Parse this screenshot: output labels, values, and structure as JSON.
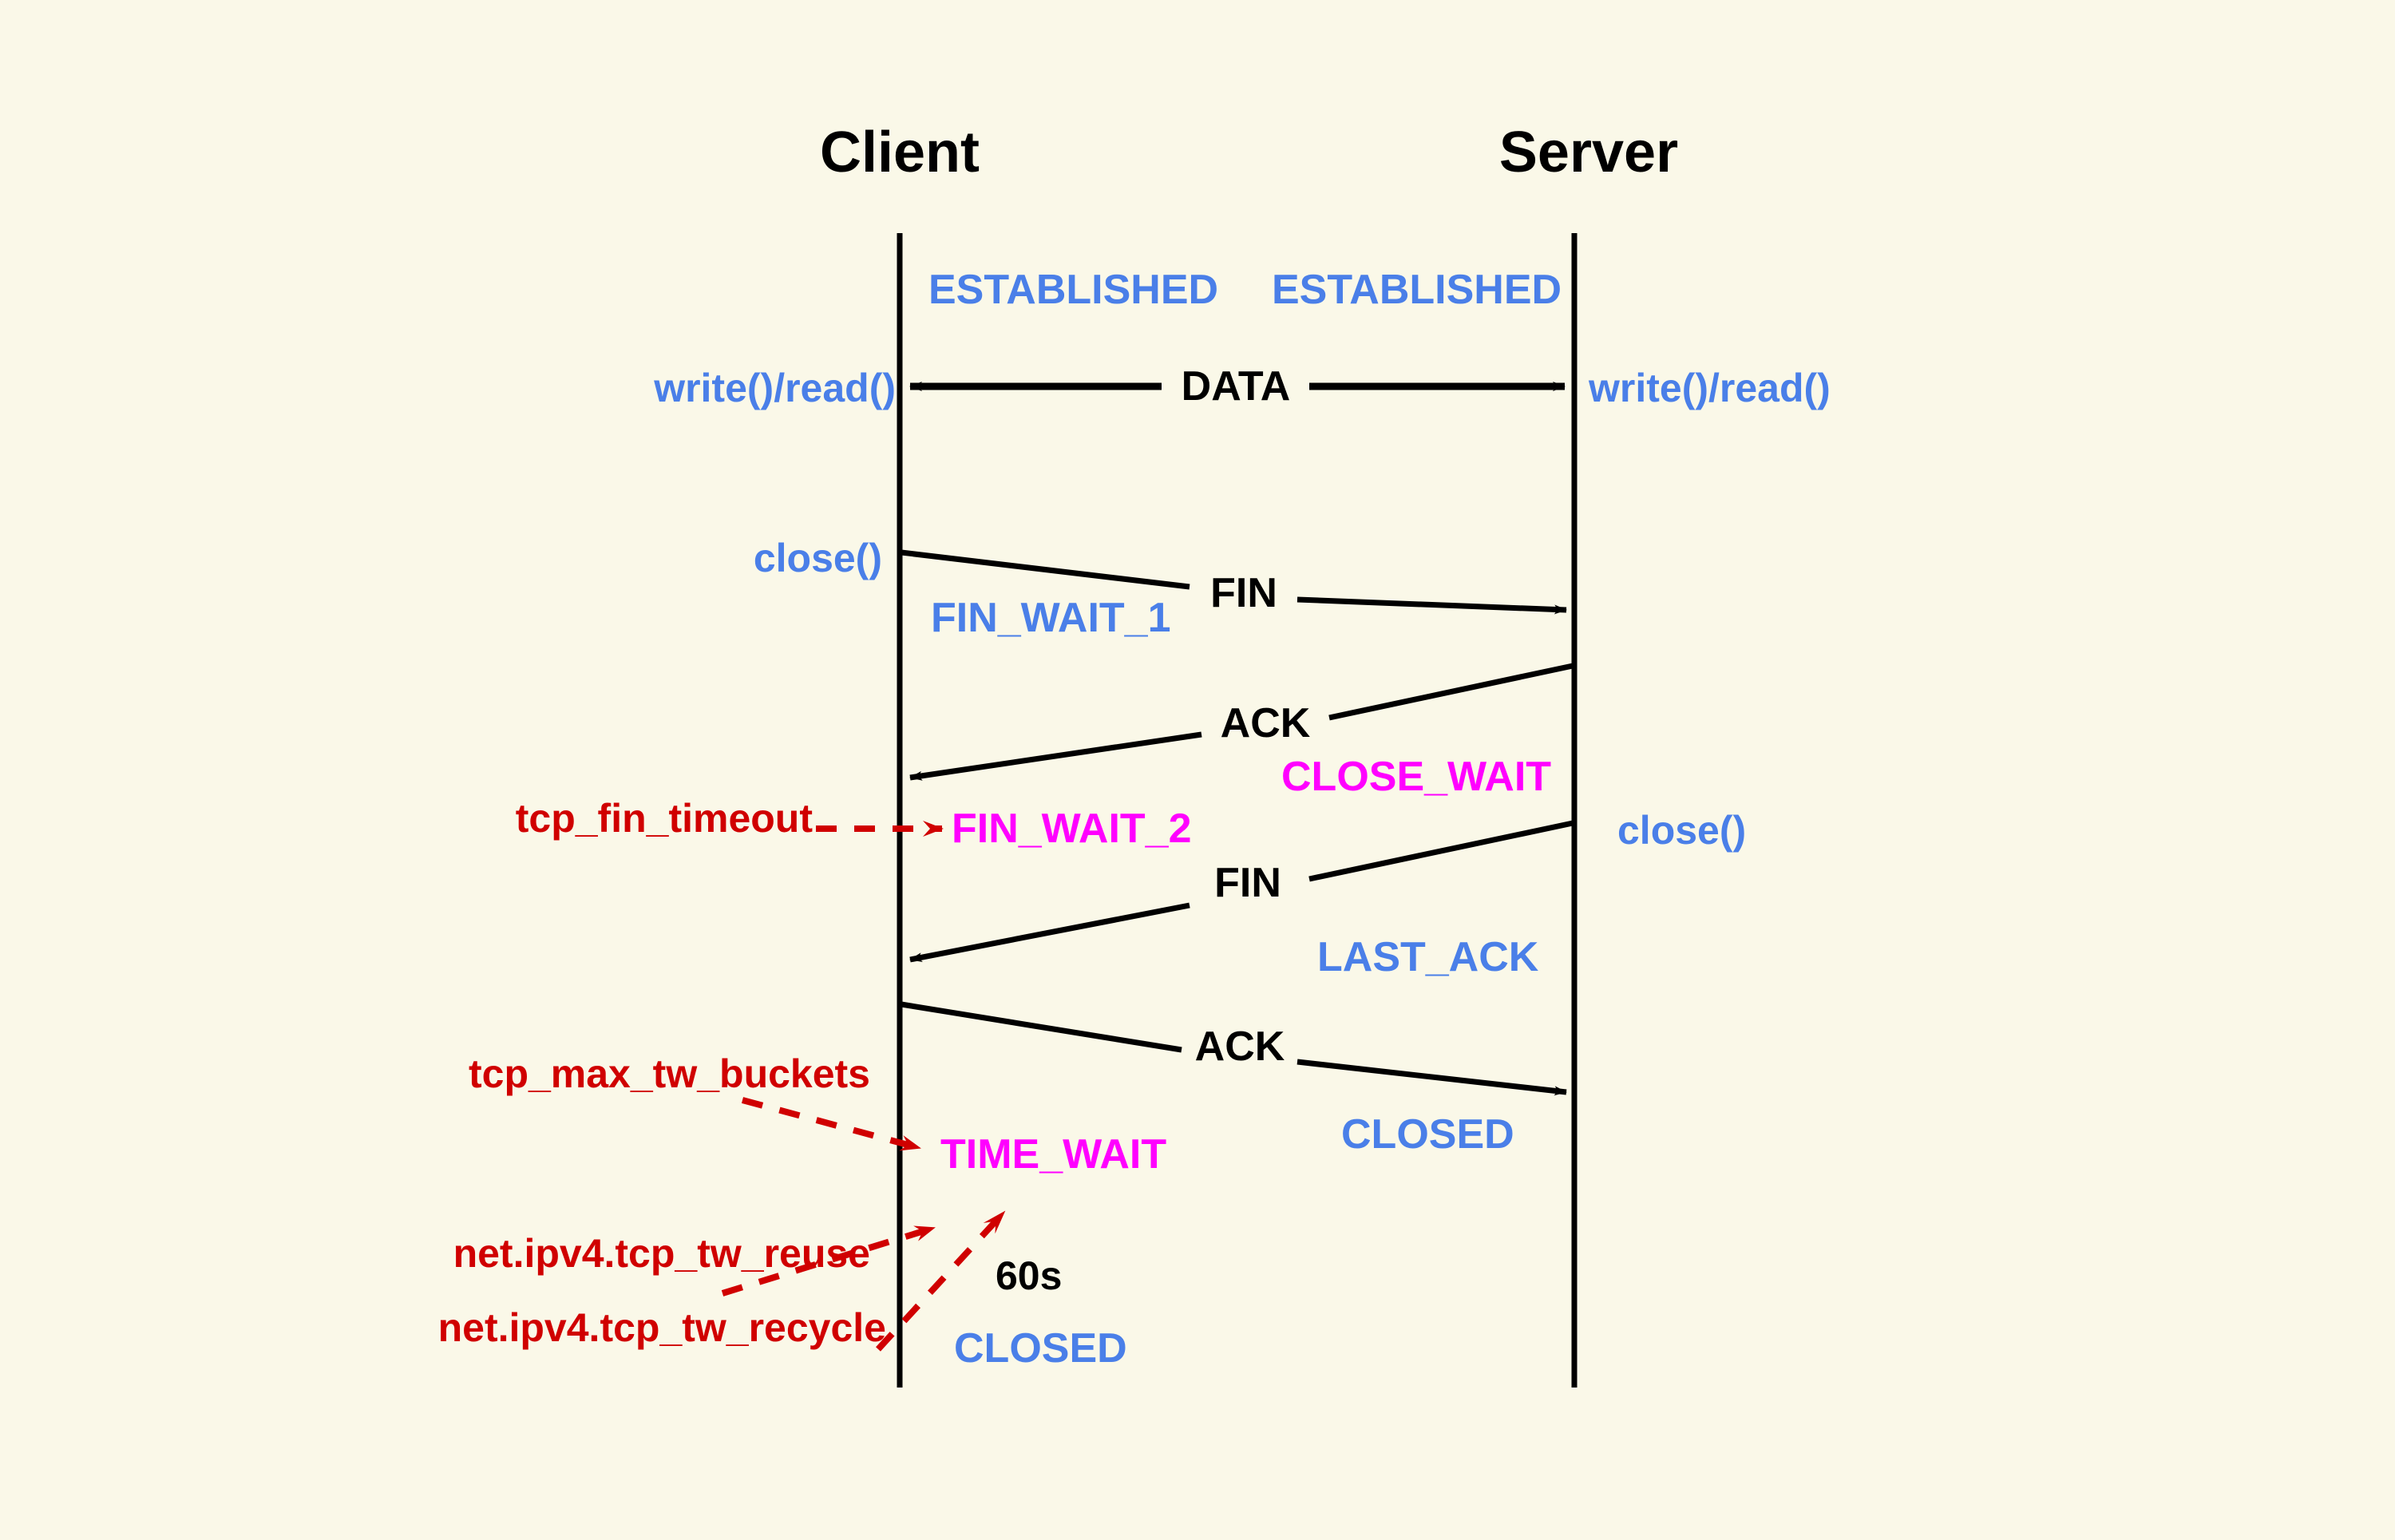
{
  "diagram": {
    "title": "TCP connection teardown (four-way handshake) sequence diagram",
    "background_color": "#faf8e8",
    "colors": {
      "state_blue": "#4a7fe8",
      "state_magenta": "#ff00ff",
      "sysctl_red": "#d00000",
      "message_black": "#000000",
      "lifeline_black": "#000000"
    }
  },
  "actors": [
    {
      "name": "client",
      "label": "Client"
    },
    {
      "name": "server",
      "label": "Server"
    }
  ],
  "states": {
    "client_established": "ESTABLISHED",
    "server_established": "ESTABLISHED",
    "client_fin_wait_1": "FIN_WAIT_1",
    "client_fin_wait_2": "FIN_WAIT_2",
    "server_close_wait": "CLOSE_WAIT",
    "server_last_ack": "LAST_ACK",
    "client_time_wait": "TIME_WAIT",
    "server_closed": "CLOSED",
    "client_closed": "CLOSED"
  },
  "api_calls": {
    "client_write_read": "write()/read()",
    "server_write_read": "write()/read()",
    "client_close": "close()",
    "server_close": "close()"
  },
  "messages": [
    {
      "name": "data",
      "label": "DATA",
      "direction": "bidirectional"
    },
    {
      "name": "fin-1",
      "label": "FIN",
      "direction": "client-to-server"
    },
    {
      "name": "ack-1",
      "label": "ACK",
      "direction": "server-to-client"
    },
    {
      "name": "fin-2",
      "label": "FIN",
      "direction": "server-to-client"
    },
    {
      "name": "ack-2",
      "label": "ACK",
      "direction": "client-to-server"
    }
  ],
  "annotations": [
    {
      "name": "tcp-fin-timeout",
      "label": "tcp_fin_timeout",
      "points_to": "FIN_WAIT_2"
    },
    {
      "name": "tcp-max-tw-buckets",
      "label": "tcp_max_tw_buckets",
      "points_to": "TIME_WAIT"
    },
    {
      "name": "tcp-tw-reuse",
      "label": "net.ipv4.tcp_tw_reuse",
      "points_to": "TIME_WAIT"
    },
    {
      "name": "tcp-tw-recycle",
      "label": "net.ipv4.tcp_tw_recycle",
      "points_to": "TIME_WAIT"
    }
  ],
  "durations": {
    "time_wait_duration": "60s"
  }
}
